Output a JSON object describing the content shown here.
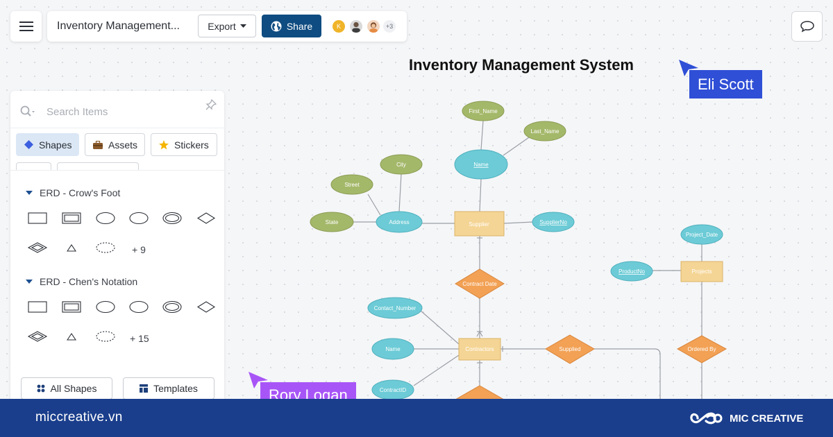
{
  "topbar": {
    "menu_icon": "hamburger-icon",
    "doc_title": "Inventory Management...",
    "export_label": "Export",
    "share_label": "Share",
    "share_color": "#0f4c81",
    "avatars": [
      {
        "initial": "K",
        "color": "#f0b429"
      },
      {
        "initial": "",
        "color": "#c9c9c9"
      },
      {
        "initial": "",
        "color": "#f3c6a8"
      }
    ],
    "more_users": "+3"
  },
  "left_panel": {
    "search_placeholder": "Search Items",
    "tabs": [
      {
        "label": "Shapes",
        "icon": "diamond-icon",
        "active": true
      },
      {
        "label": "Assets",
        "icon": "briefcase-icon",
        "active": false
      },
      {
        "label": "Stickers",
        "icon": "star-icon",
        "active": false
      }
    ],
    "categories": [
      {
        "title": "ERD - Crow's Foot",
        "more": "+ 9"
      },
      {
        "title": "ERD - Chen's Notation",
        "more": "+ 15"
      }
    ],
    "all_shapes_label": "All Shapes",
    "templates_label": "Templates"
  },
  "canvas": {
    "title": "Inventory Management System",
    "cursors": [
      {
        "name": "Eli Scott",
        "color": "#2f4fd6"
      },
      {
        "name": "Rory Logan",
        "color": "#a855f7"
      }
    ],
    "attr_color_green": "#a4b86a",
    "attr_color_blue": "#6ccbd6",
    "entity_color": "#f5d595",
    "relation_color": "#f2a155",
    "nodes": {
      "first_name": "First_Name",
      "last_name": "Last_Name",
      "name_top": "Name",
      "city": "City",
      "street": "Street",
      "state": "State",
      "address": "Address",
      "supplier": "Supplier",
      "supplier_no": "SupplierNo",
      "contract_date": "Contract Date",
      "contact_number": "Contact_Number",
      "name_mid": "Name",
      "contract_id": "ContractID",
      "contractors": "Contractors",
      "supplied": "Supplied",
      "project_date": "Project_Date",
      "product_no": "ProductNo",
      "projects": "Projects",
      "ordered_by": "Ordered By"
    }
  },
  "footer": {
    "url": "miccreative.vn",
    "brand": "MIC CREATIVE"
  }
}
